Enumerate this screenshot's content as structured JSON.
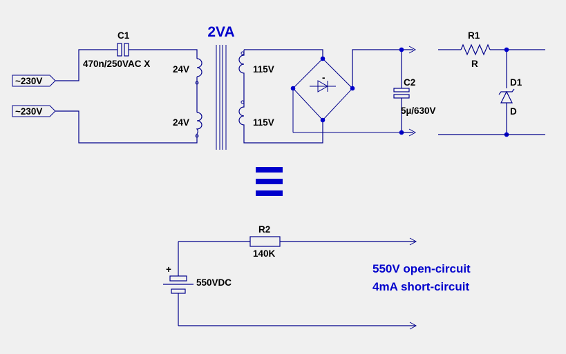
{
  "colors": {
    "wire": "#00008b",
    "accent": "#0000cc",
    "background": "#f0f0f0",
    "text": "#000000"
  },
  "title": "2VA",
  "inputs": [
    "~230V",
    "~230V"
  ],
  "c1": {
    "ref": "C1",
    "value": "470n/250VAC X"
  },
  "transformer": {
    "primary": [
      "24V",
      "24V"
    ],
    "secondary": [
      "115V",
      "115V"
    ]
  },
  "c2": {
    "ref": "C2",
    "value": "5µ/630V"
  },
  "r1": {
    "ref": "R1",
    "value": "R"
  },
  "d1": {
    "ref": "D1",
    "value": "D"
  },
  "rectifier_mark": "-",
  "battery": {
    "plus": "+",
    "value": "550VDC"
  },
  "r2": {
    "ref": "R2",
    "value": "140K"
  },
  "notes": [
    "550V open-circuit",
    "4mA short-circuit"
  ],
  "icons": [
    "capacitor-icon",
    "transformer-icon",
    "bridge-rectifier-icon",
    "resistor-icon",
    "zener-diode-icon",
    "equals-icon",
    "battery-icon",
    "arrow-icon"
  ]
}
